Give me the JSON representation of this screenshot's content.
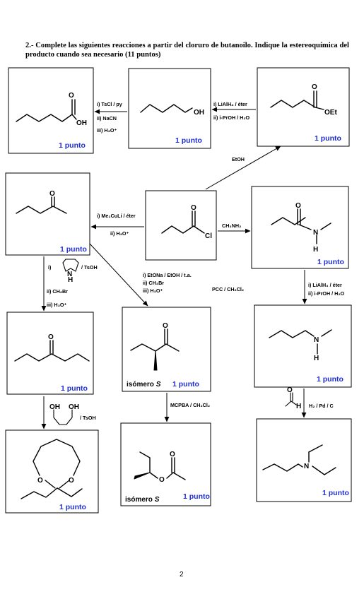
{
  "header": {
    "text": "2.- Complete las siguientes reacciones a partir del cloruro de butanoilo. Indique la estereoquímica del producto cuando sea necesario (11 puntos)"
  },
  "points_label": "1 punto",
  "atoms": {
    "oh": "OH",
    "o": "O",
    "oet": "OEt",
    "cl": "Cl",
    "n": "N",
    "h": "H"
  },
  "isomer": {
    "prefix": "isómero",
    "letter": "S"
  },
  "reagents": {
    "r1": [
      "i) TsCl / py",
      "ii) NaCN",
      "iii) H₃O⁺"
    ],
    "r2": [
      "i) LiAlH₄ / éter",
      "ii) i-PrOH / H₂O"
    ],
    "etoh": "EtOH",
    "me2culi": [
      "i) Me₂CuLi / éter",
      "ii) H₃O⁺"
    ],
    "ch3nh2": "CH₃NH₂",
    "enamine": {
      "i": "i)",
      "tsoh": "/ TsOH",
      "steps": [
        "ii) CH₂Br",
        "iii) H₃O⁺"
      ]
    },
    "alkylation": [
      "i) EtONa / EtOH / t.a.",
      "ii) CH₃Br",
      "iii) H₃O⁺"
    ],
    "pcc": "PCC / CH₂Cl₂",
    "lialh4_2": [
      "i) LiAlH₄ / éter",
      "ii) i-PrOH / H₂O"
    ],
    "diol_tsoh": "/ TsOH",
    "mcpba": "MCPBA / CH₂Cl₂",
    "h2pdc": "H₂ / Pd / C"
  },
  "page_number": "2"
}
